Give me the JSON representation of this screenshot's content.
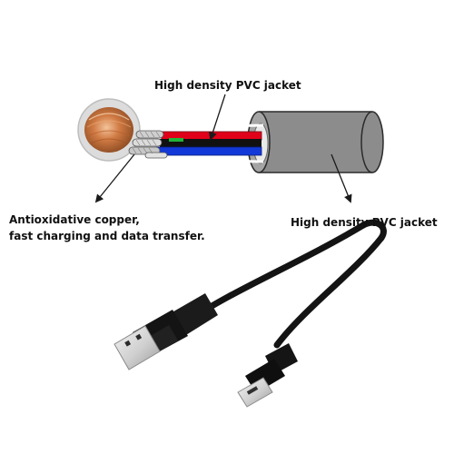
{
  "labels": {
    "top_jacket": "High density PVC jacket",
    "copper_line1": "Antioxidative copper,",
    "copper_line2": "fast charging and data transfer.",
    "right_jacket": "High density PVC jacket"
  },
  "colors": {
    "jacket": "#8c8c8c",
    "wire_red": "#e1001a",
    "wire_black": "#111111",
    "wire_blue": "#1238d8",
    "copper": "#c8703a",
    "cable_black": "#141414",
    "arrow": "#1a1a1a",
    "plug_metal": "#d9d9d9"
  },
  "icons": [
    "copper-coil-icon",
    "usb-a-plug-icon",
    "micro-usb-plug-icon"
  ]
}
